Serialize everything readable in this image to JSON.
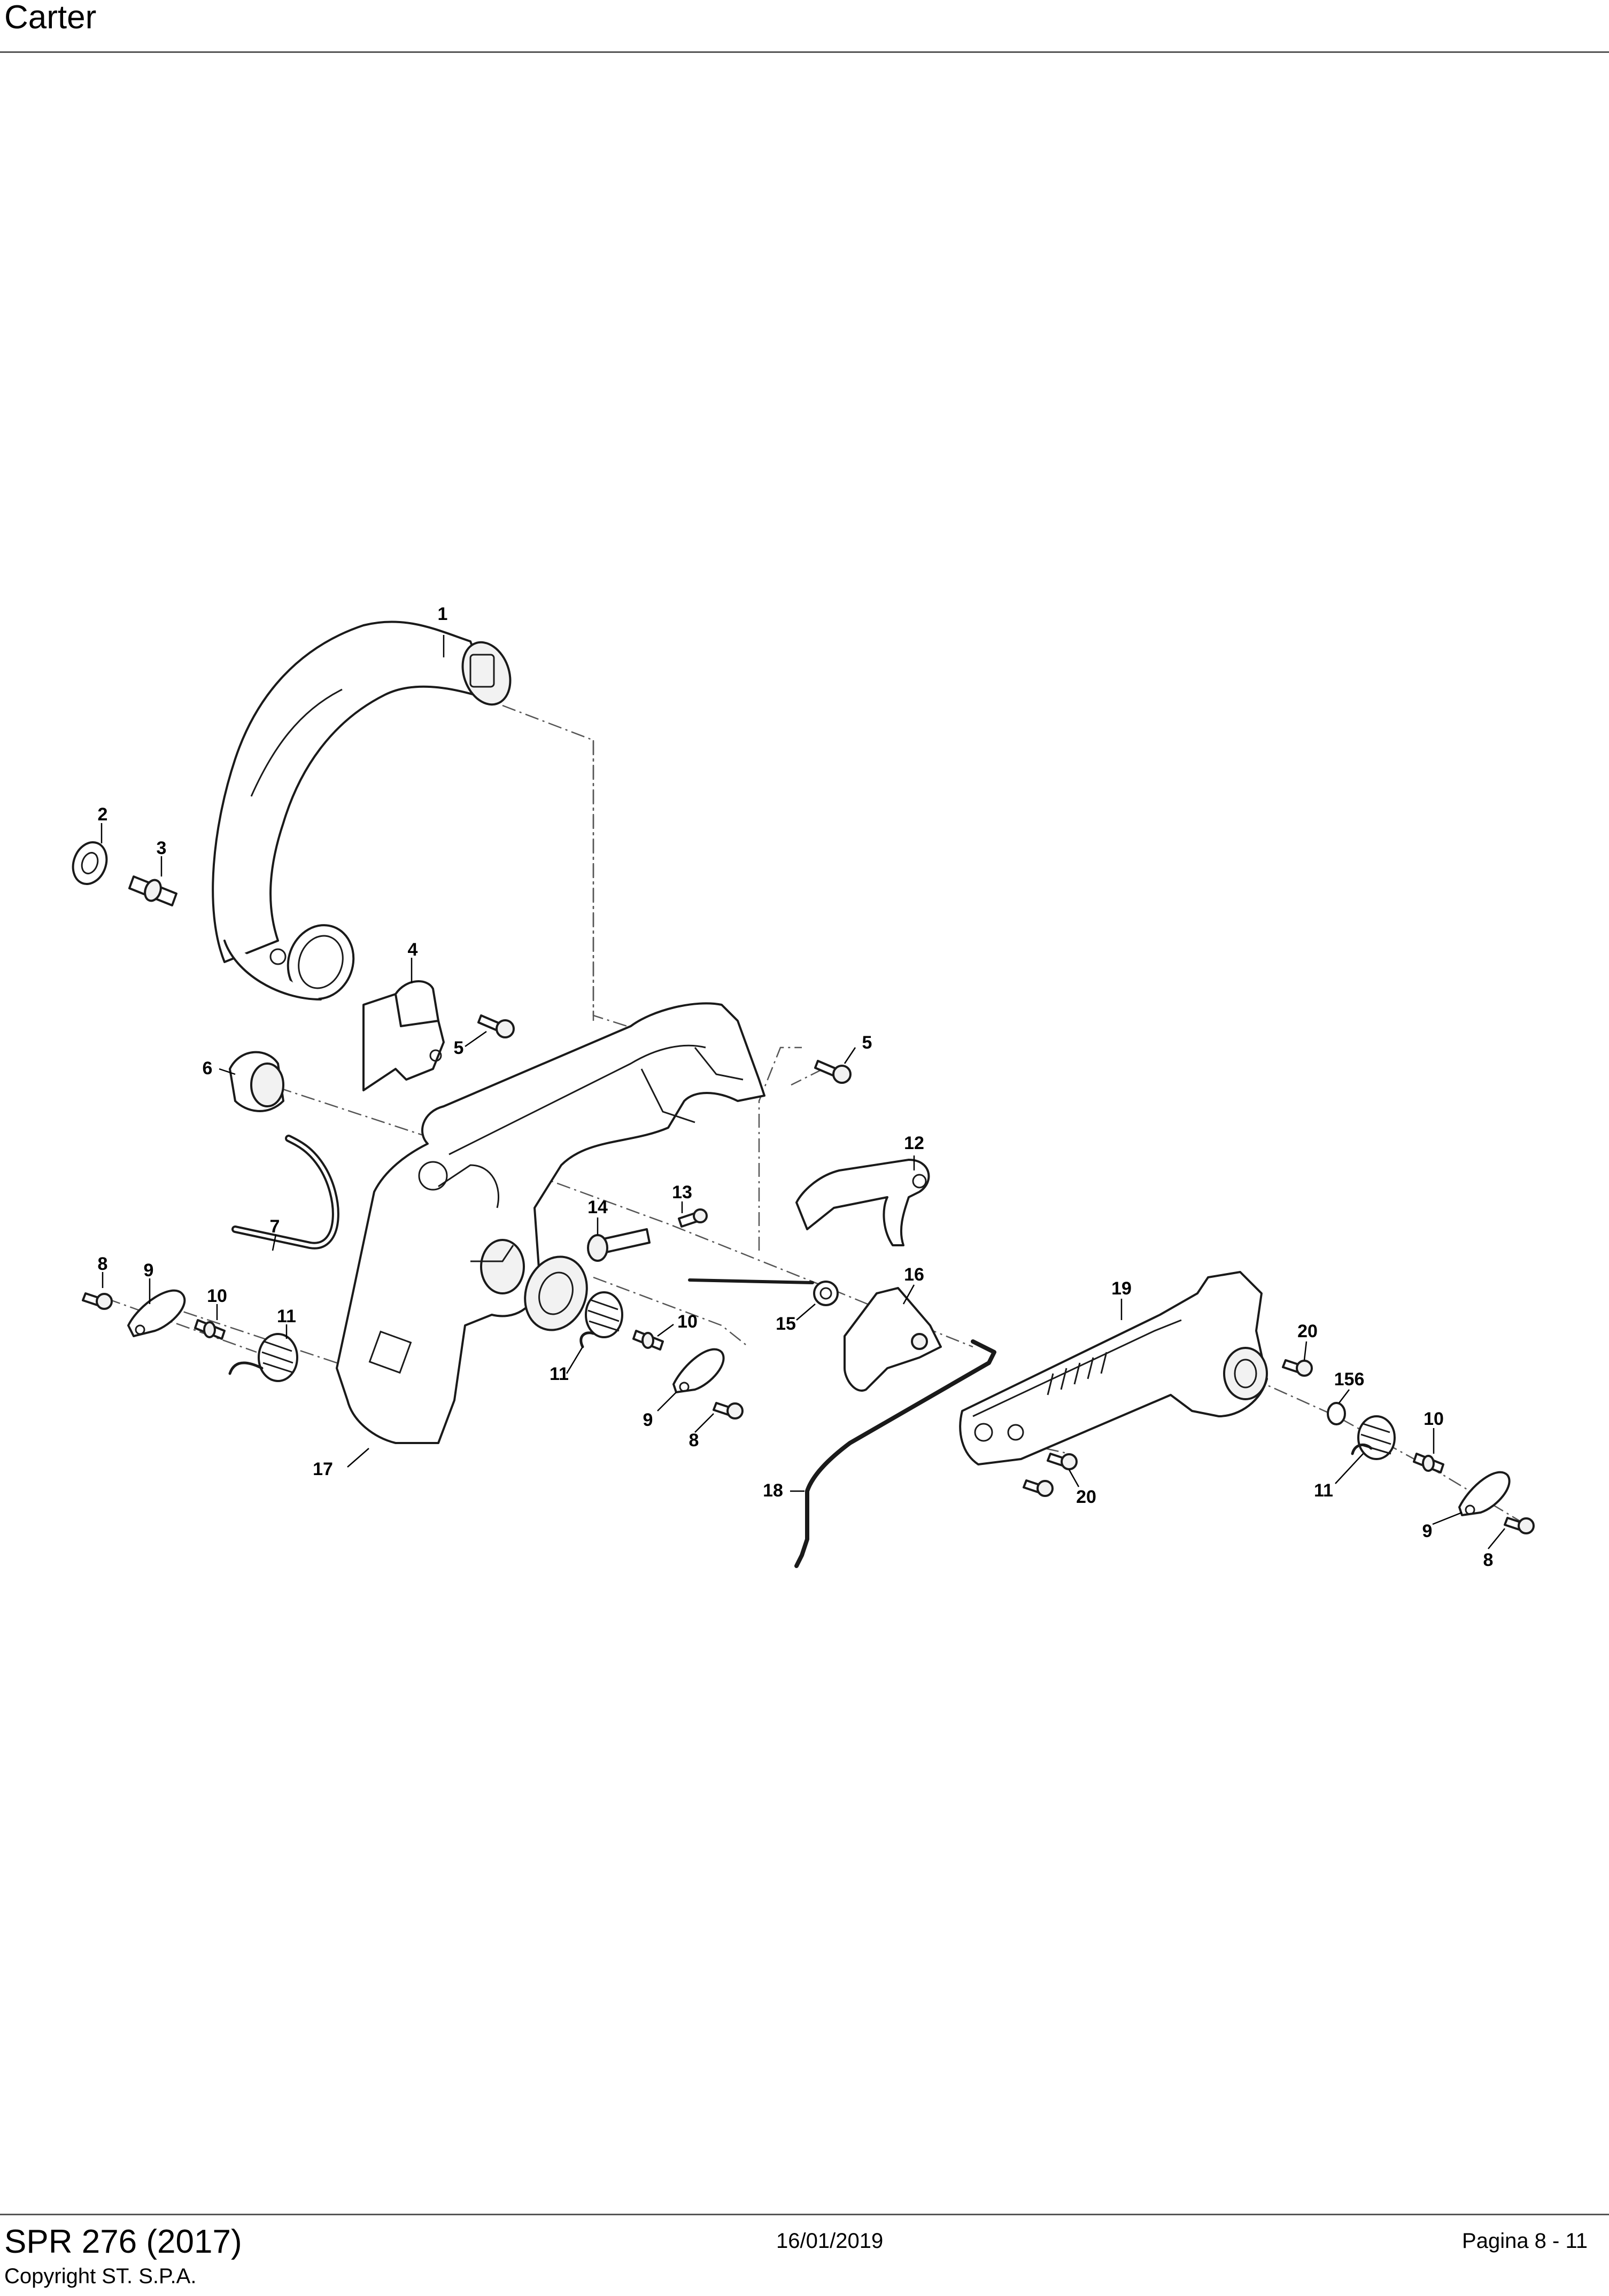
{
  "header": {
    "title": "Carter"
  },
  "footer": {
    "model": "SPR 276 (2017)",
    "copyright": "Copyright ST. S.P.A.",
    "date": "16/01/2019",
    "page": "Pagina 8 - 11"
  },
  "callouts": [
    "1",
    "2",
    "3",
    "4",
    "5",
    "5",
    "6",
    "7",
    "8",
    "9",
    "10",
    "11",
    "12",
    "13",
    "14",
    "10",
    "11",
    "9",
    "8",
    "15",
    "16",
    "17",
    "18",
    "19",
    "20",
    "156",
    "10",
    "11",
    "9",
    "8",
    "20"
  ]
}
